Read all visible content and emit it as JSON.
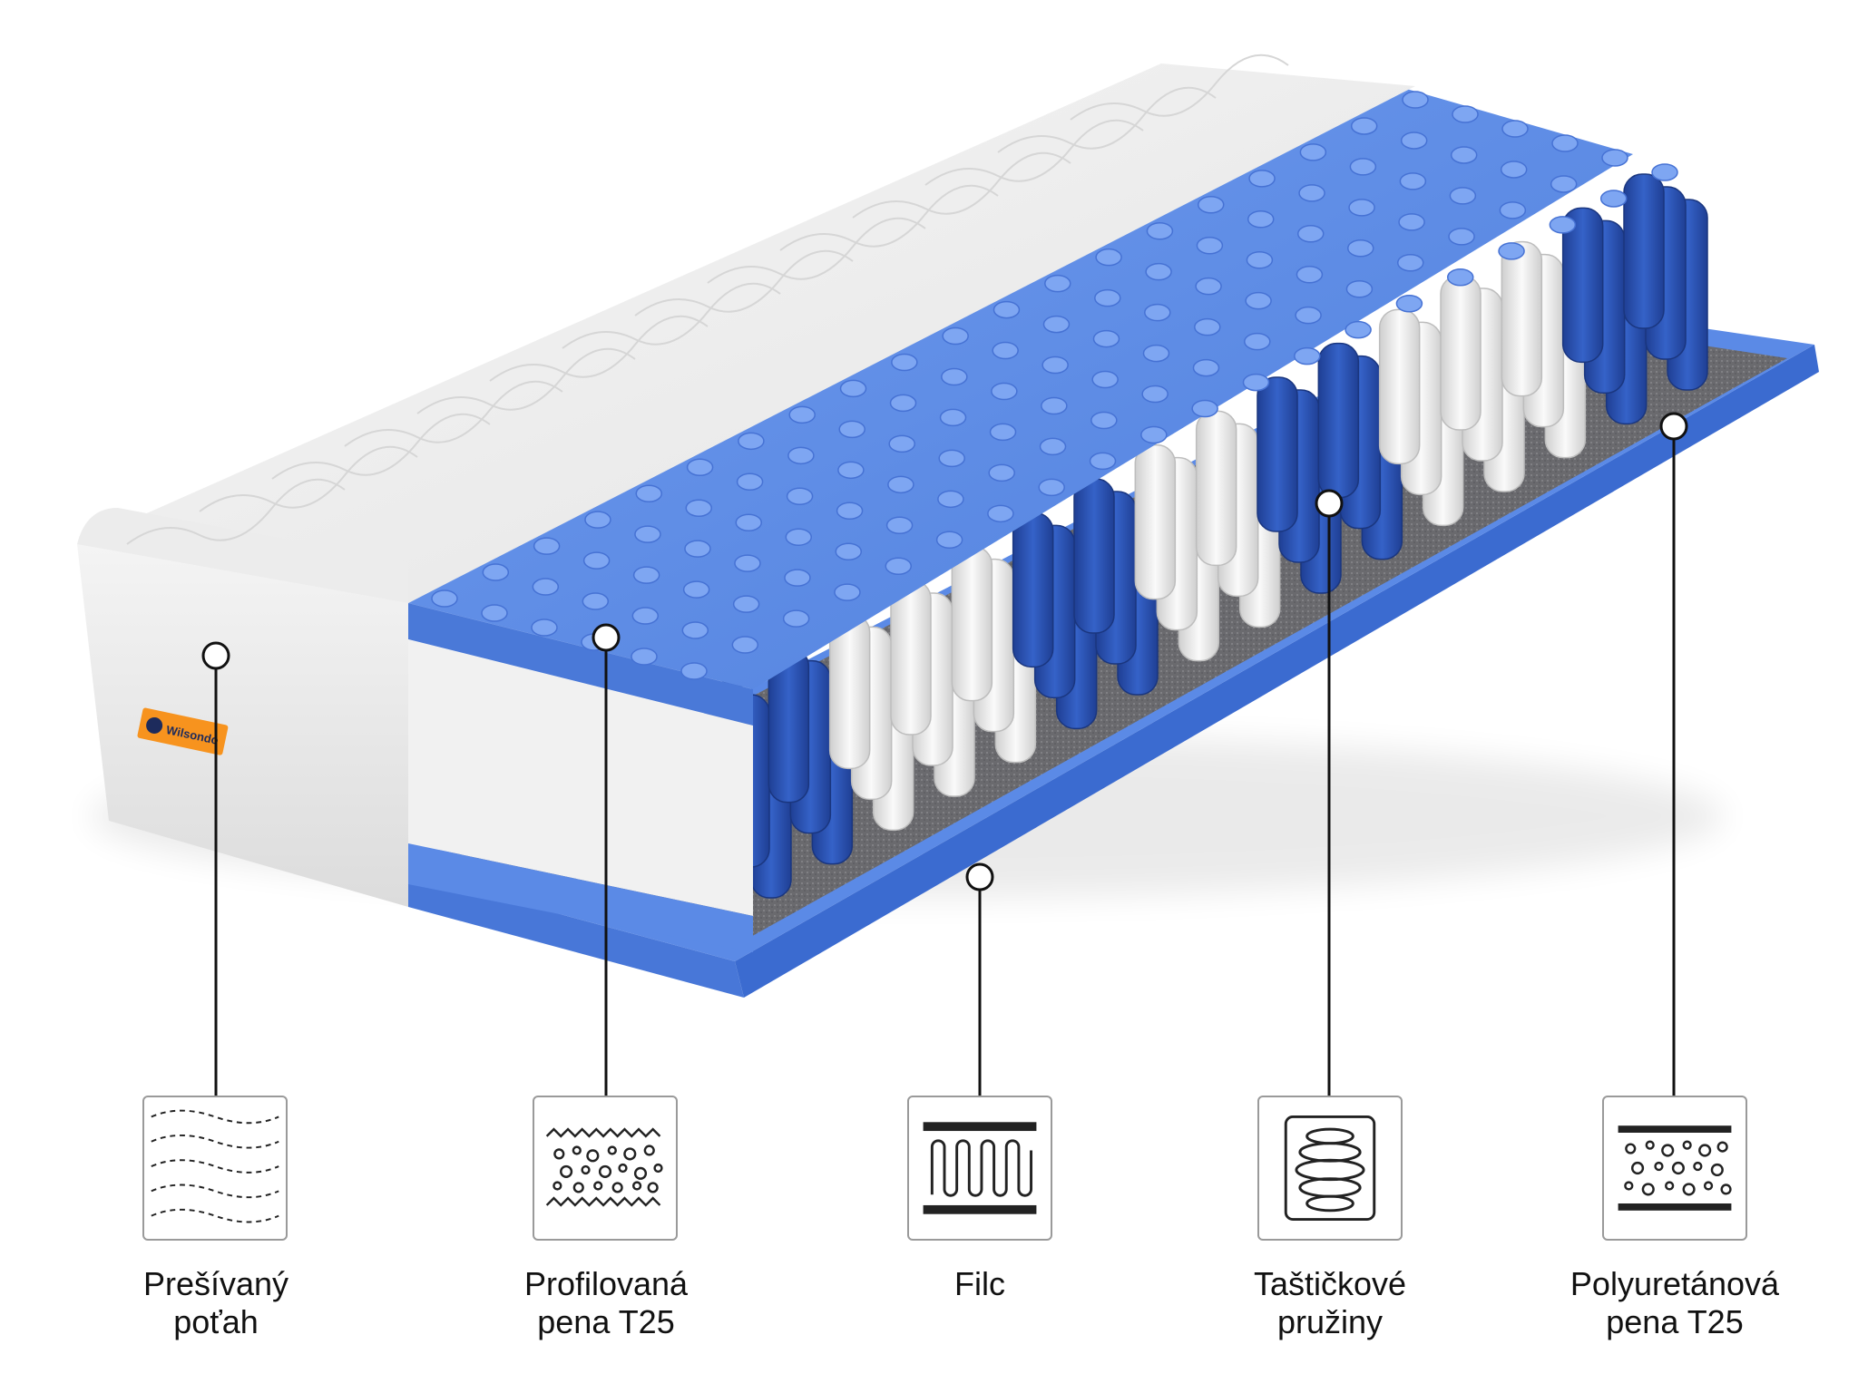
{
  "brand": {
    "logo_text": "Wilsondo"
  },
  "layers": [
    {
      "id": "cover",
      "line1": "Prešívaný",
      "line2": "poťah",
      "icon": "quilted-cover-icon"
    },
    {
      "id": "profiled-foam",
      "line1": "Profilovaná",
      "line2": "pena T25",
      "icon": "profiled-foam-icon"
    },
    {
      "id": "felt",
      "line1": "Filc",
      "line2": "",
      "icon": "felt-icon"
    },
    {
      "id": "pocket-springs",
      "line1": "Taštičkové",
      "line2": "pružiny",
      "icon": "pocket-spring-icon"
    },
    {
      "id": "pu-foam",
      "line1": "Polyuretánová",
      "line2": "pena T25",
      "icon": "polyurethane-foam-icon"
    }
  ],
  "colors": {
    "foam_blue": "#5b8ae6",
    "foam_blue_dark": "#3e6fd1",
    "spring_blue": "#2e56b8",
    "spring_white": "#eeeeee",
    "felt_gray": "#6e6e72",
    "cover_white": "#f2f2f2",
    "label_orange": "#f7931e"
  }
}
